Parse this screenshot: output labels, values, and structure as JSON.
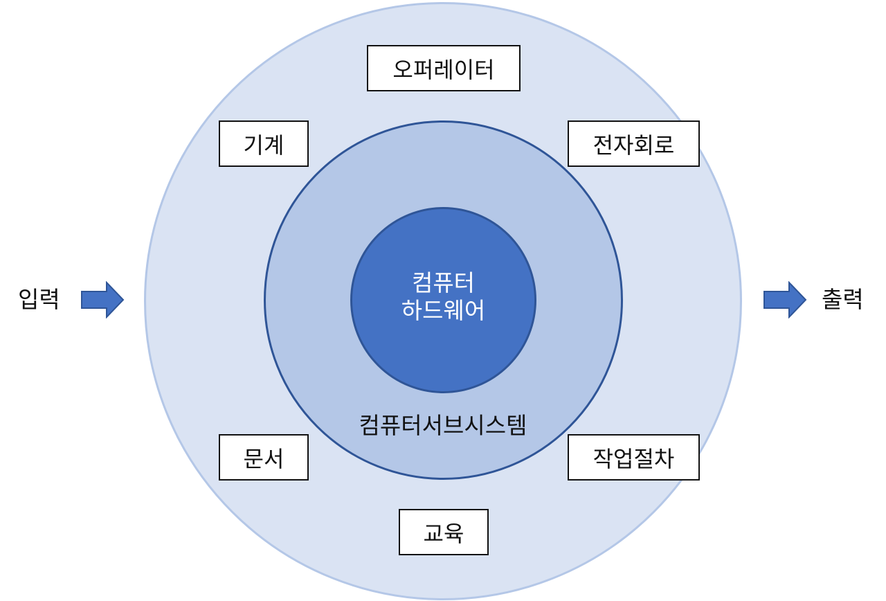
{
  "diagram": {
    "center": {
      "line1": "컴퓨터",
      "line2": "하드웨어"
    },
    "subsystem_label": "컴퓨터서브시스템",
    "components": {
      "operator": "오퍼레이터",
      "machine": "기계",
      "circuit": "전자회로",
      "document": "문서",
      "procedure": "작업절차",
      "education": "교육"
    },
    "input_label": "입력",
    "output_label": "출력"
  },
  "colors": {
    "outer_fill": "#dae3f3",
    "outer_stroke": "#b4c7e7",
    "middle_fill": "#b4c7e7",
    "inner_fill": "#4472c4",
    "ring_stroke": "#2f5597",
    "arrow_fill": "#4472c4"
  },
  "icons": {
    "input_arrow": "right-arrow-icon",
    "output_arrow": "right-arrow-icon"
  }
}
